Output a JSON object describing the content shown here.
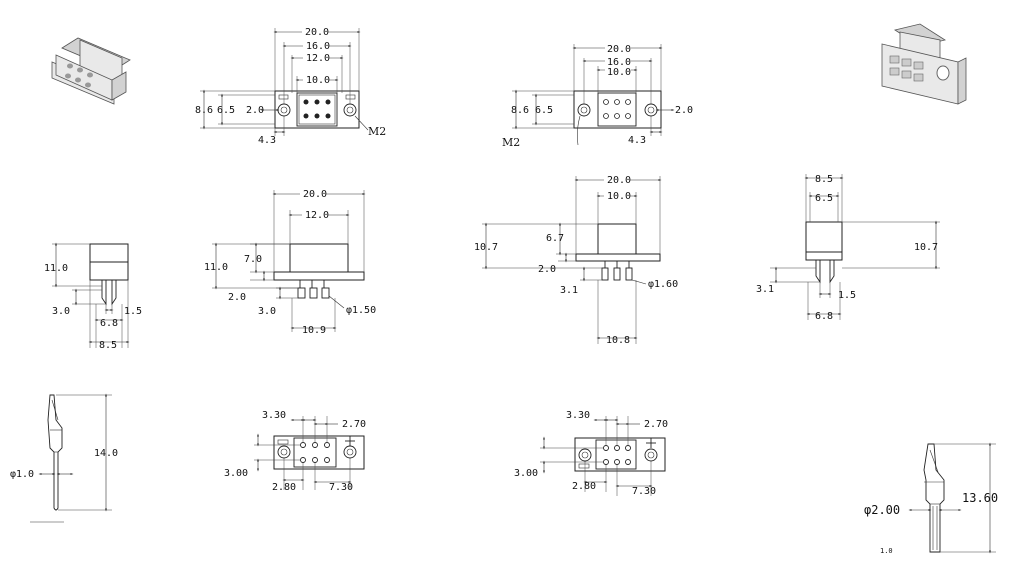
{
  "view_top_left": {
    "dims": [
      "20.0",
      "16.0",
      "12.0",
      "10.0",
      "8.6",
      "6.5",
      "2.0",
      "4.3"
    ],
    "callout": "M2"
  },
  "view_top_right": {
    "dims": [
      "20.0",
      "16.0",
      "10.0",
      "8.6",
      "6.5",
      "2.0",
      "4.3"
    ],
    "callout": "M2"
  },
  "view_side_left": {
    "dims": [
      "11.0",
      "3.0",
      "1.5",
      "6.8",
      "8.5"
    ]
  },
  "view_front_left": {
    "dims": [
      "20.0",
      "12.0",
      "11.0",
      "7.0",
      "2.0",
      "3.0",
      "10.9"
    ],
    "pin_dia": "φ1.50"
  },
  "view_front_right": {
    "dims": [
      "20.0",
      "10.0",
      "10.7",
      "6.7",
      "2.0",
      "3.1",
      "10.8"
    ],
    "pin_dia": "φ1.60"
  },
  "view_side_right": {
    "dims": [
      "8.5",
      "6.5",
      "10.7",
      "3.1",
      "1.5",
      "6.8"
    ]
  },
  "pin_left": {
    "length": "14.0",
    "dia": "φ1.0"
  },
  "footprint_left": {
    "dims": [
      "3.30",
      "2.70",
      "3.00",
      "2.80",
      "7.30"
    ]
  },
  "footprint_right": {
    "dims": [
      "3.30",
      "2.70",
      "3.00",
      "2.80",
      "7.30"
    ]
  },
  "pin_right": {
    "length": "13.60",
    "dia": "φ2.00",
    "note": "1.0"
  }
}
